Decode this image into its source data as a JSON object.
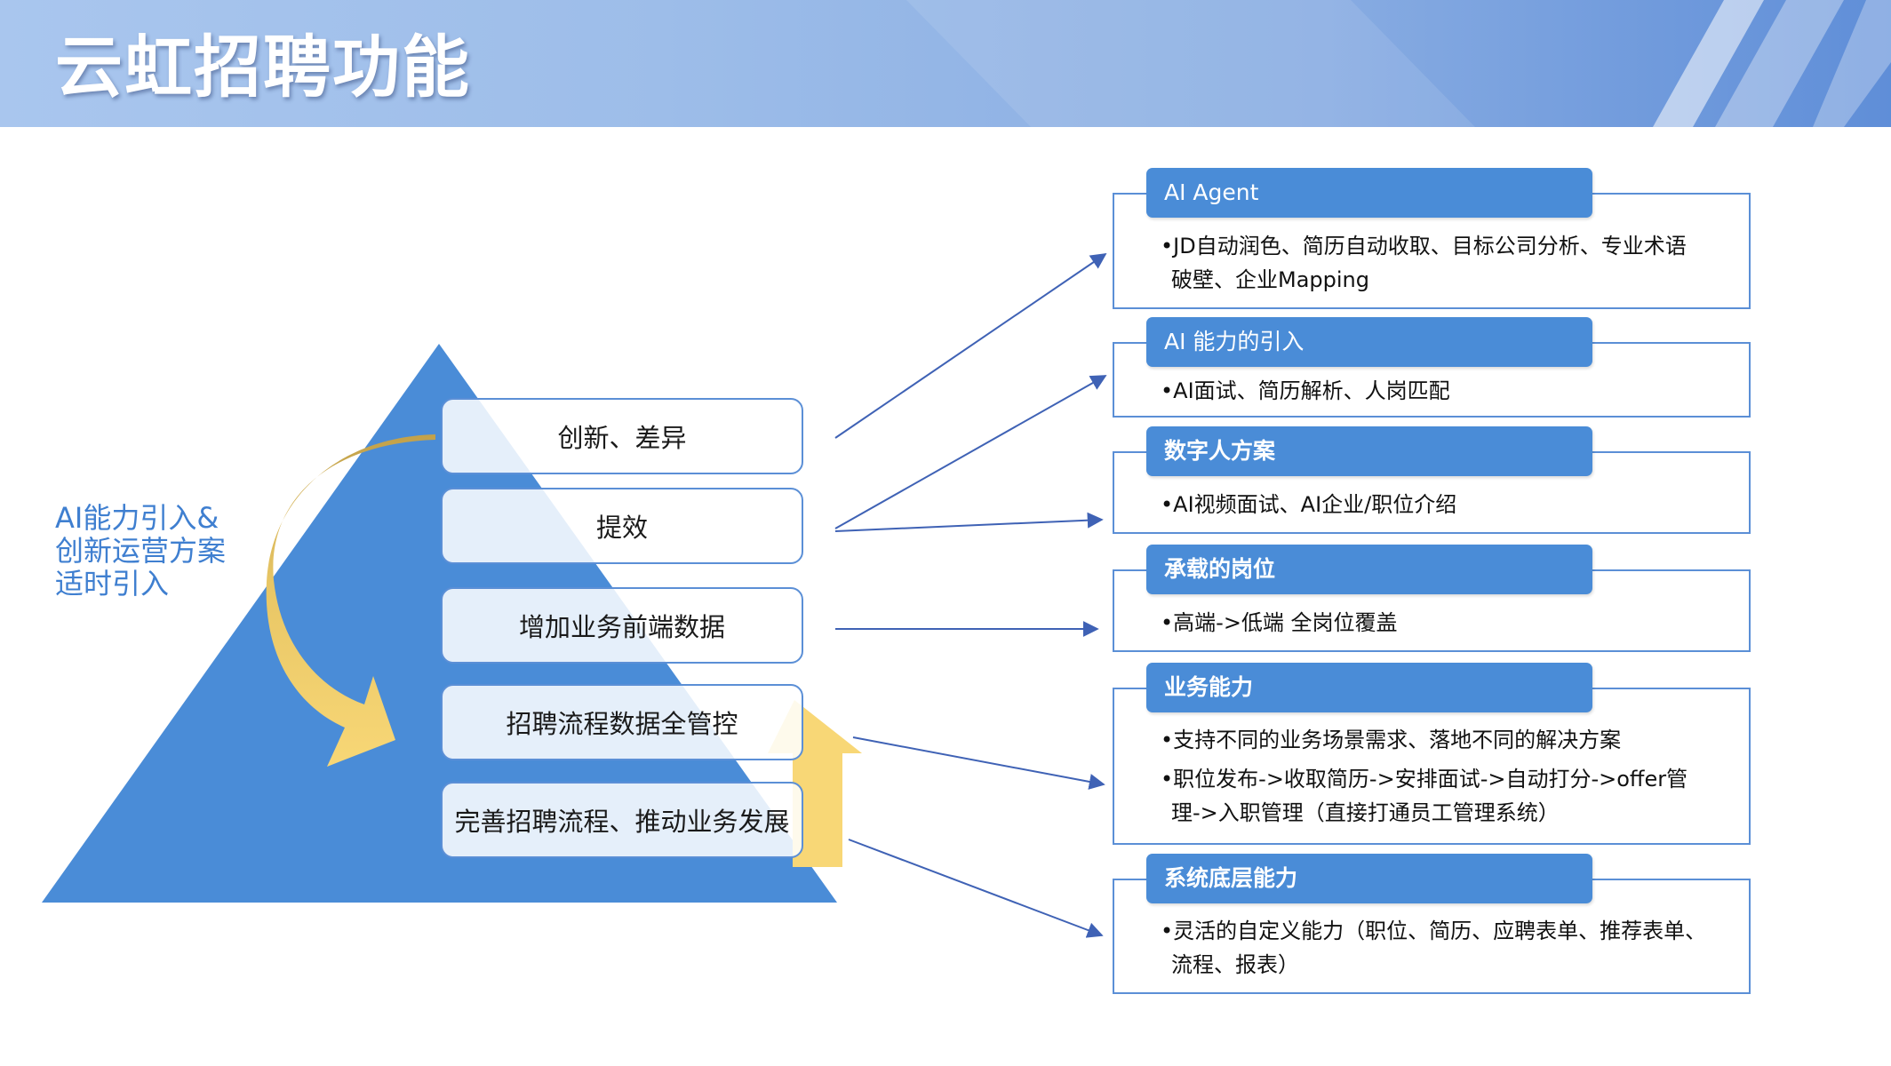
{
  "header": {
    "title": "云虹招聘功能"
  },
  "colors": {
    "accent": "#4a8cd7",
    "pyramid": "#4a8cd7",
    "gold": "#c9a84a",
    "yellow": "#f8d776",
    "arrow_line": "#3f62b5"
  },
  "left_note": {
    "lines": [
      "AI能力引入&",
      "创新运营方案",
      "适时引入"
    ]
  },
  "tiers": [
    "创新、差异",
    "提效",
    "增加业务前端数据",
    "招聘流程数据全管控",
    "完善招聘流程、推动业务发展"
  ],
  "cards": [
    {
      "title": "AI Agent",
      "bullets": [
        [
          "•JD自动润色、简历自动收取、目标公司分析、专业术语",
          "破壁、企业Mapping"
        ]
      ]
    },
    {
      "title": "AI 能力的引入",
      "bullets": [
        [
          "•AI面试、简历解析、人岗匹配"
        ]
      ]
    },
    {
      "title": "数字人方案",
      "bullets": [
        [
          "•AI视频面试、AI企业/职位介绍"
        ]
      ]
    },
    {
      "title": "承载的岗位",
      "bullets": [
        [
          "•高端->低端 全岗位覆盖"
        ]
      ]
    },
    {
      "title": "业务能力",
      "bullets": [
        [
          "•支持不同的业务场景需求、落地不同的解决方案"
        ],
        [
          "•职位发布->收取简历->安排面试->自动打分->offer管",
          "理->入职管理（直接打通员工管理系统）"
        ]
      ]
    },
    {
      "title": "系统底层能力",
      "bullets": [
        [
          "•灵活的自定义能力（职位、简历、应聘表单、推荐表单、",
          "流程、报表）"
        ]
      ]
    }
  ]
}
